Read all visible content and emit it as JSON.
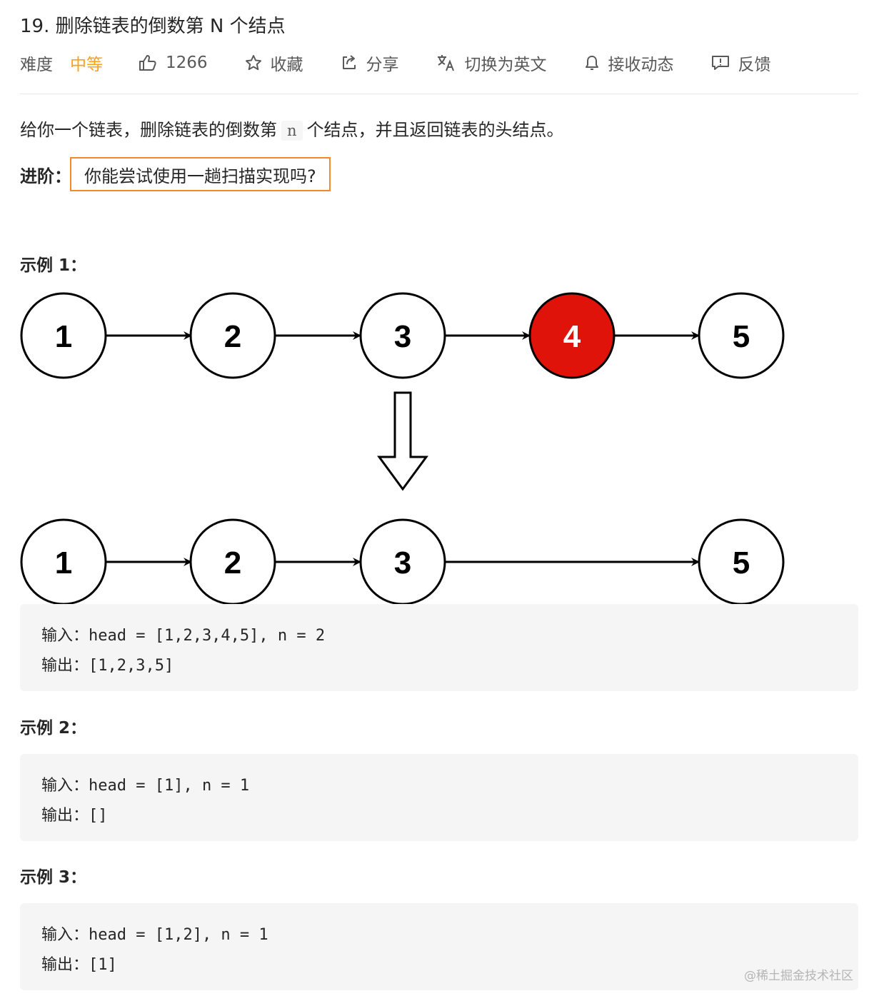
{
  "problem": {
    "title": "19. 删除链表的倒数第 N 个结点",
    "difficulty_label": "难度",
    "difficulty_value": "中等",
    "likes": "1266",
    "actions": {
      "favorite": "收藏",
      "share": "分享",
      "translate": "切换为英文",
      "subscribe": "接收动态",
      "feedback": "反馈"
    },
    "description_before": "给你一个链表，删除链表的倒数第",
    "description_var": "n",
    "description_after": "个结点，并且返回链表的头结点。",
    "advanced_label": "进阶：",
    "advanced_text": "你能尝试使用一趟扫描实现吗?",
    "colors": {
      "accent": "#ffa116",
      "highlight_border": "#f08a2c",
      "removed_node": "#e0130b"
    }
  },
  "examples": [
    {
      "title": "示例 1：",
      "input": "输入：head = [1,2,3,4,5], n = 2",
      "output": "输出：[1,2,3,5]"
    },
    {
      "title": "示例 2：",
      "input": "输入：head = [1], n = 1",
      "output": "输出：[]"
    },
    {
      "title": "示例 3：",
      "input": "输入：head = [1,2], n = 1",
      "output": "输出：[1]"
    }
  ],
  "diagram": {
    "before_nodes": [
      "1",
      "2",
      "3",
      "4",
      "5"
    ],
    "removed_node": "4",
    "after_nodes": [
      "1",
      "2",
      "3",
      "5"
    ]
  },
  "watermark": "@稀土掘金技术社区",
  "icons": [
    "thumbs-up-icon",
    "star-icon",
    "share-icon",
    "translate-icon",
    "bell-icon",
    "feedback-icon"
  ]
}
